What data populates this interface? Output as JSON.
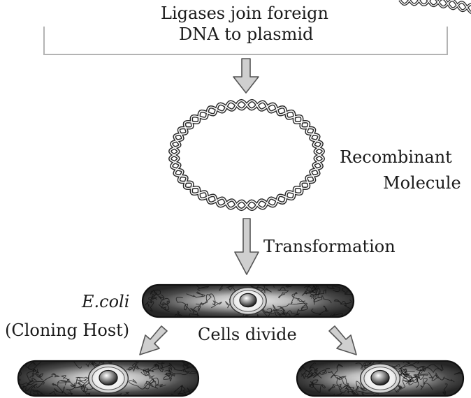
{
  "ligation": {
    "line1": "Ligases join foreign",
    "line2": "DNA to plasmid"
  },
  "recombinant": {
    "line1": "Recombinant",
    "line2": "Molecule"
  },
  "transformation_label": "Transformation",
  "host": {
    "name": "E.coli",
    "role": "(Cloning Host)"
  },
  "division_label": "Cells divide",
  "colors": {
    "bracket": "#b3b3b3",
    "arrow_fill": "#cfcfcf",
    "arrow_stroke": "#555555",
    "dna_strand": "#2a2a2a",
    "cell_dark": "#2b2b2b",
    "cell_light": "#e8e8e8"
  }
}
